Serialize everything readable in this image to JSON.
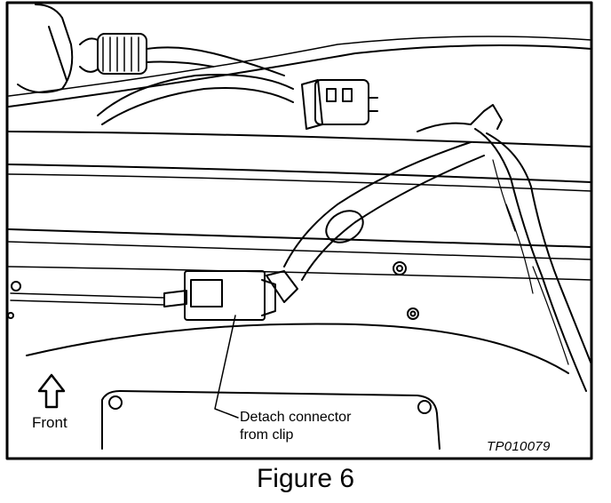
{
  "labels": {
    "front": "Front",
    "callout_line1": "Detach connector",
    "callout_line2": "from clip",
    "figure_id": "TP010079",
    "caption": "Figure 6"
  },
  "colors": {
    "ink": "#000000",
    "paper": "#ffffff"
  },
  "icons": {
    "direction": "up-arrow-icon"
  }
}
